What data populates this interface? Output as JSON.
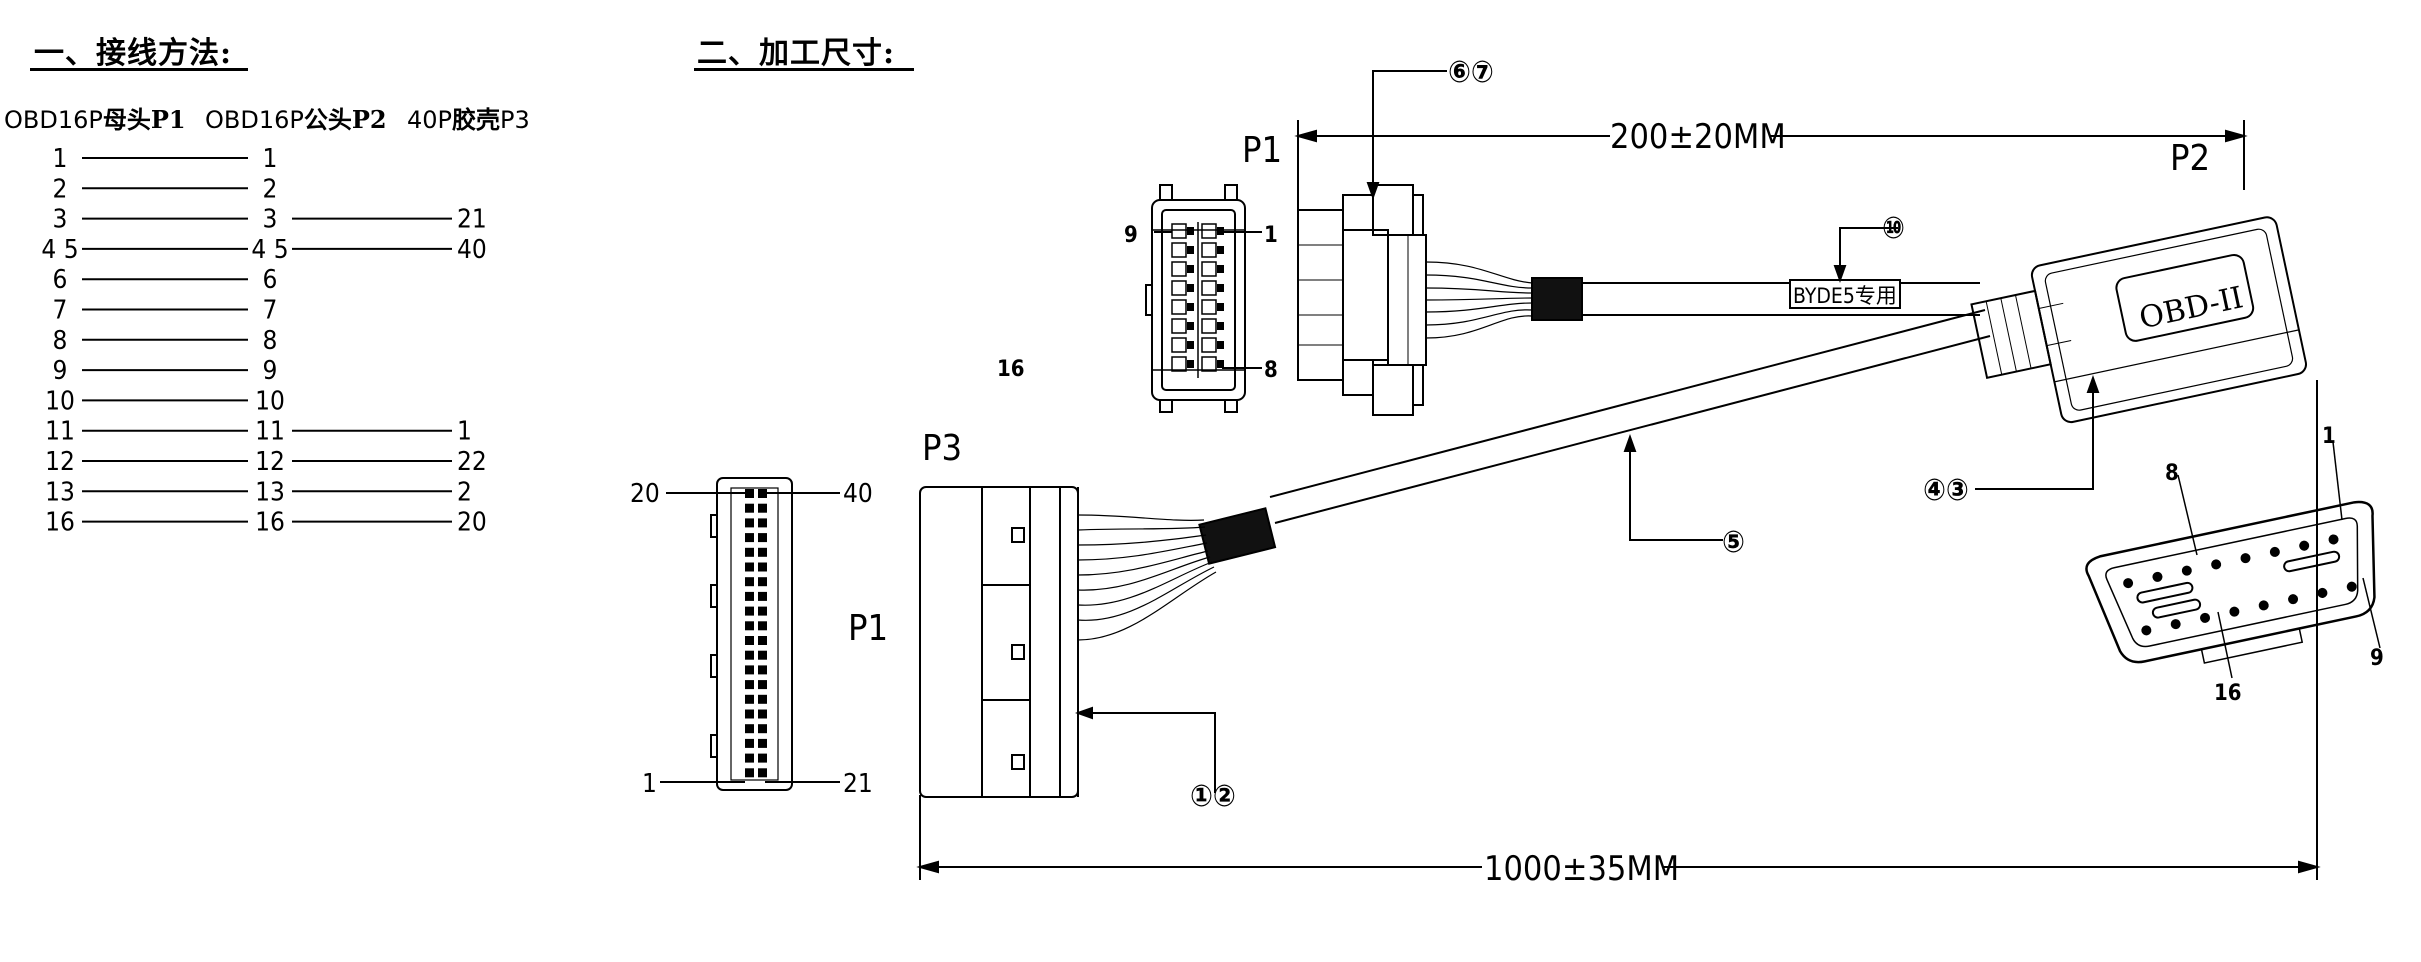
{
  "headers": {
    "wiring_title": "一、接线方法:",
    "dimensions_title": "二、加工尺寸:"
  },
  "wiring": {
    "col1": "OBD16P",
    "col1_b": "母头P1",
    "col2": "OBD16P",
    "col2_b": "公头P2",
    "col3": "40P",
    "col3_b": "胶壳",
    "col3_c": "P3",
    "rows": [
      {
        "p1": "1",
        "p2": "1",
        "p3": ""
      },
      {
        "p1": "2",
        "p2": "2",
        "p3": ""
      },
      {
        "p1": "3",
        "p2": "3",
        "p3": "21"
      },
      {
        "p1": "4 5",
        "p2": "4 5",
        "p3": "40"
      },
      {
        "p1": "6",
        "p2": "6",
        "p3": ""
      },
      {
        "p1": "7",
        "p2": "7",
        "p3": ""
      },
      {
        "p1": "8",
        "p2": "8",
        "p3": ""
      },
      {
        "p1": "9",
        "p2": "9",
        "p3": ""
      },
      {
        "p1": "10",
        "p2": "10",
        "p3": ""
      },
      {
        "p1": "11",
        "p2": "11",
        "p3": "1"
      },
      {
        "p1": "12",
        "p2": "12",
        "p3": "22"
      },
      {
        "p1": "13",
        "p2": "13",
        "p3": "2"
      },
      {
        "p1": "16",
        "p2": "16",
        "p3": "20"
      }
    ]
  },
  "drawing": {
    "dim_top": "200±20MM",
    "dim_bottom": "1000±35MM",
    "label_p1_top": "P1",
    "label_p2": "P2",
    "label_p3": "P3",
    "label_p1_side": "P1",
    "callout_67": "⑥⑦",
    "callout_10": "⑩",
    "callout_43": "④③",
    "callout_5": "⑤",
    "callout_12": "①②",
    "sleeve_text": "BYDE5专用",
    "obd_text": "OBD-II",
    "p1_pin_9": "9",
    "p1_pin_1": "1",
    "p1_pin_8": "8",
    "p1_pin_16": "16",
    "p3_pin_20": "20",
    "p3_pin_40": "40",
    "p3_pin_1": "1",
    "p3_pin_21": "21",
    "male_pin_8": "8",
    "male_pin_1": "1",
    "male_pin_9": "9",
    "male_pin_16": "16"
  }
}
